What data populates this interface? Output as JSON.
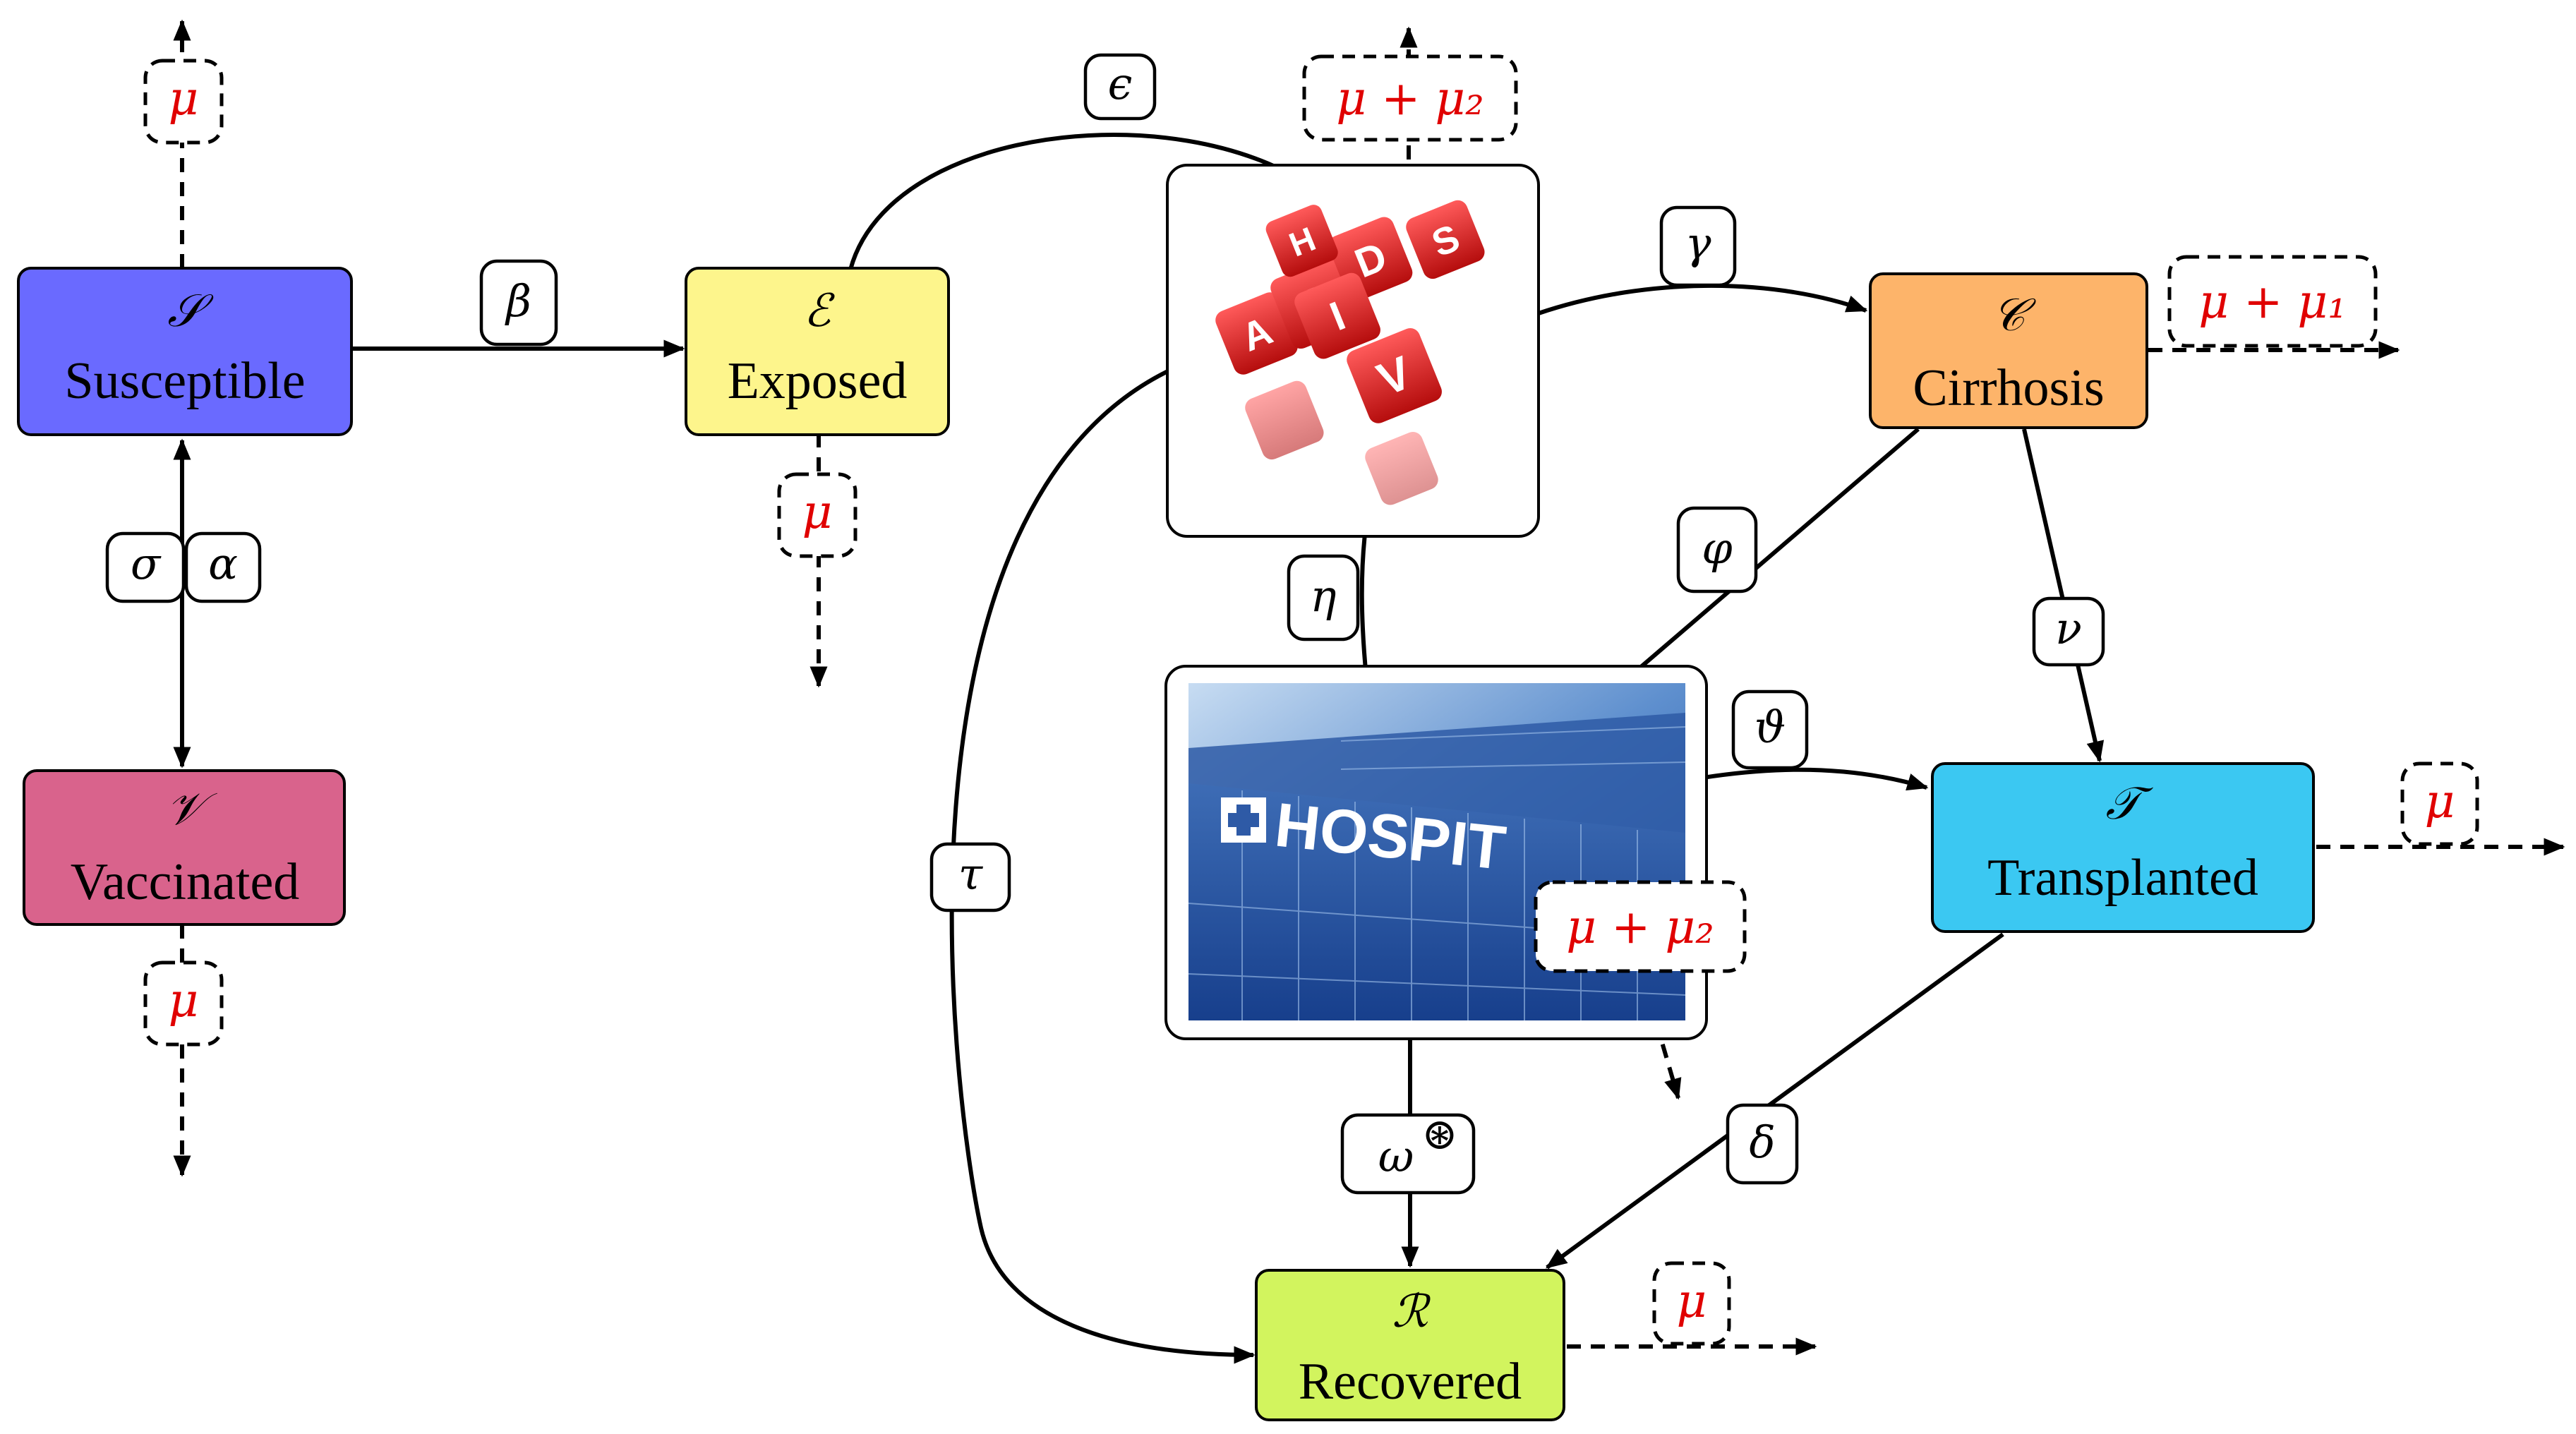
{
  "compartments": {
    "susceptible": {
      "symbol": "𝒮",
      "label": "Susceptible",
      "color": "#6a6aff"
    },
    "exposed": {
      "symbol": "ℰ",
      "label": "Exposed",
      "color": "#fdf58c"
    },
    "vaccinated": {
      "symbol": "𝒱",
      "label": "Vaccinated",
      "color": "#d9638c"
    },
    "cirrhosis": {
      "symbol": "𝒞",
      "label": "Cirrhosis",
      "color": "#fdb46a"
    },
    "transplanted": {
      "symbol": "𝒯",
      "label": "Transplanted",
      "color": "#3bc8f2"
    },
    "recovered": {
      "symbol": "ℛ",
      "label": "Recovered",
      "color": "#d2f45e"
    }
  },
  "images": {
    "aids": {
      "icon": "aids-letter-dice-icon",
      "tiles": [
        "A",
        "I",
        "D",
        "S",
        "H",
        "I",
        "V"
      ]
    },
    "hospital": {
      "icon": "hospital-building-icon",
      "sign": "HOSPIT"
    }
  },
  "rates": {
    "beta": "β",
    "epsilon": "ϵ",
    "gamma": "γ",
    "sigma": "σ",
    "alpha": "α",
    "eta": "η",
    "varphi": "φ",
    "nu": "ν",
    "vartheta": "ϑ",
    "tau": "τ",
    "omega": "ω",
    "omega_sup": "⊛",
    "delta": "δ"
  },
  "death_rates": {
    "susceptible": "μ",
    "exposed": "μ",
    "vaccinated": "μ",
    "infected": "μ + μ₂",
    "cirrhosis": "μ + μ₁",
    "hospitalized": "μ + μ₂",
    "transplanted": "μ",
    "recovered": "μ"
  }
}
